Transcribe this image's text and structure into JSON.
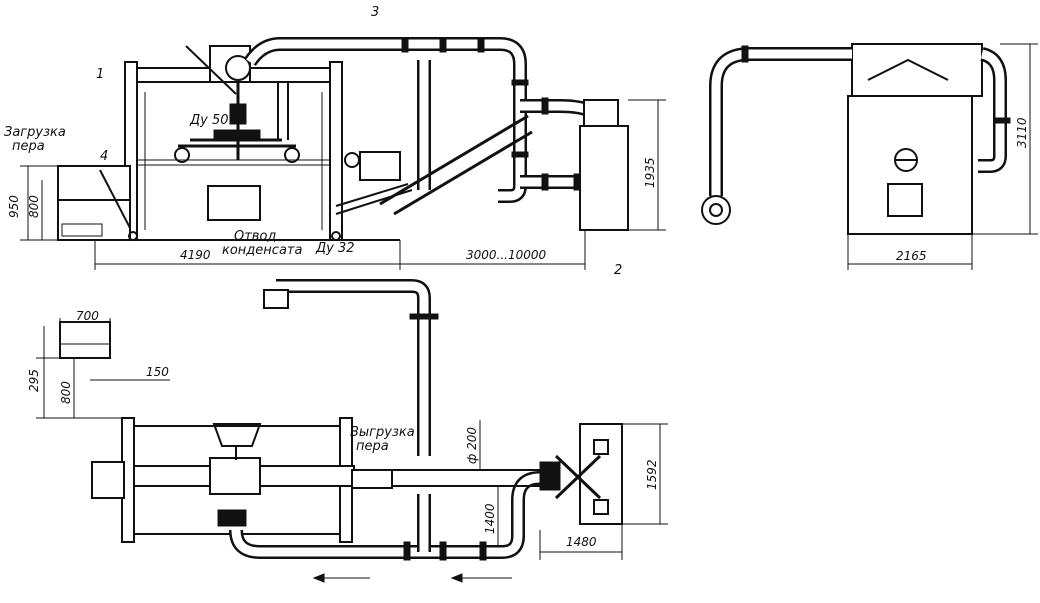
{
  "sheet_number": "3",
  "labels": {
    "part_1": "1",
    "part_2": "2",
    "part_4": "4",
    "feather_loading_1": "Загрузка",
    "feather_loading_2": "пера",
    "feather_unloading_1": "Выгрузка",
    "feather_unloading_2": "пера",
    "condensate_1": "Отвод",
    "condensate_2": "конденсата",
    "nominal_50": "Ду 50",
    "nominal_32": "Ду 32"
  },
  "dimensions": {
    "d4190": "4190",
    "d3000_10000": "3000...10000",
    "d1935": "1935",
    "d950": "950",
    "d800_top": "800",
    "d3110": "3110",
    "d2165": "2165",
    "d700": "700",
    "d150": "150",
    "d295": "295",
    "d800_bottom": "800",
    "d200": "ф 200",
    "d1400": "1400",
    "d1592": "1592",
    "d1480": "1480"
  }
}
